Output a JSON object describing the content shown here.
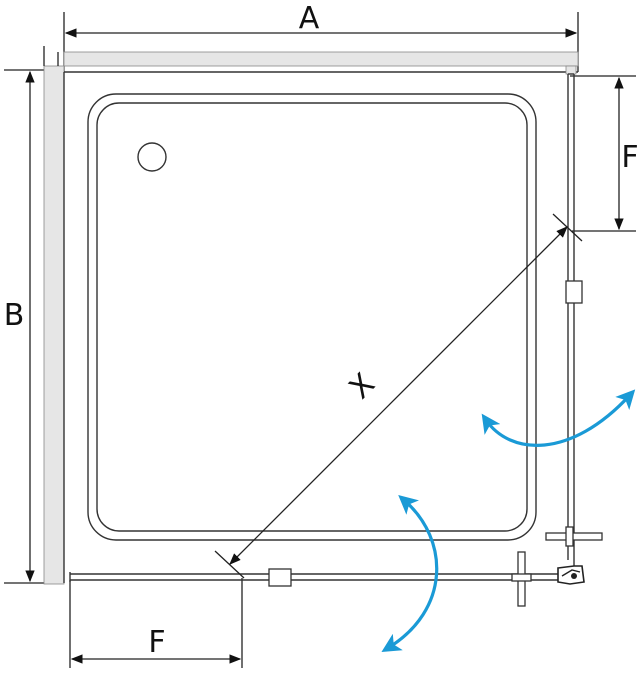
{
  "labels": {
    "width": "A",
    "depth": "B",
    "entry_top": "F",
    "entry_bottom": "F",
    "diagonal": "X"
  },
  "colors": {
    "swing_arrow": "#1a9ad6",
    "line": "#222222",
    "frame_fill": "#e6e6e6"
  },
  "icons": {
    "drain": "drain-icon",
    "swing": "swing-arrow-icon"
  }
}
